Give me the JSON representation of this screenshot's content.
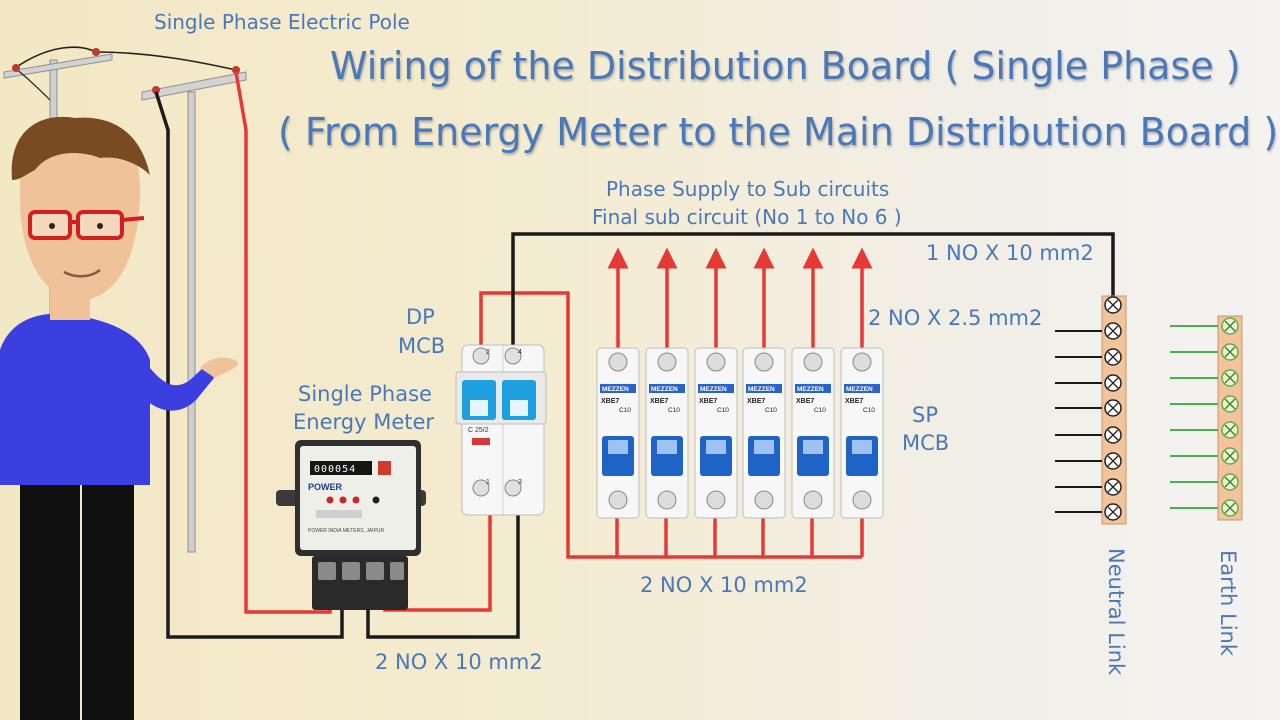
{
  "title_line1": "Wiring of the Distribution Board ( Single Phase )",
  "title_line2": "( From Energy Meter to the Main Distribution Board )",
  "labels": {
    "pole": "Single Phase Electric Pole",
    "phase_supply": "Phase Supply to Sub circuits",
    "final_sub": "Final sub circuit (No 1 to No 6 )",
    "neutral_wire": "1 NO X 10 mm2",
    "branch_wires": "2 NO X 2.5 mm2",
    "dp_line1": "DP",
    "dp_line2": "MCB",
    "meter_line1": "Single Phase",
    "meter_line2": "Energy Meter",
    "sp_line1": "SP",
    "sp_line2": "MCB",
    "busbar_wire": "2 NO X 10 mm2",
    "meter_wire": "2 NO X 10 mm2",
    "neutral_link": "Neutral Link",
    "earth_link": "Earth Link"
  },
  "devices": {
    "meter_brand": "POWER",
    "meter_reading": "000054",
    "meter_caption": "POWER INDIA METERS, JAIPUR",
    "dp_rating": "C 25/2",
    "sp_brand": "MEZZEN",
    "sp_model": "XBE7",
    "sp_rating": "C10"
  },
  "colors": {
    "text": "#4a78b8",
    "phase_wire": "#e53935",
    "neutral_wire": "#1a1a1a",
    "earth_wire": "#4caf50",
    "mcb_lever": "#1f63c6",
    "link_bar": "#f2c49c"
  }
}
